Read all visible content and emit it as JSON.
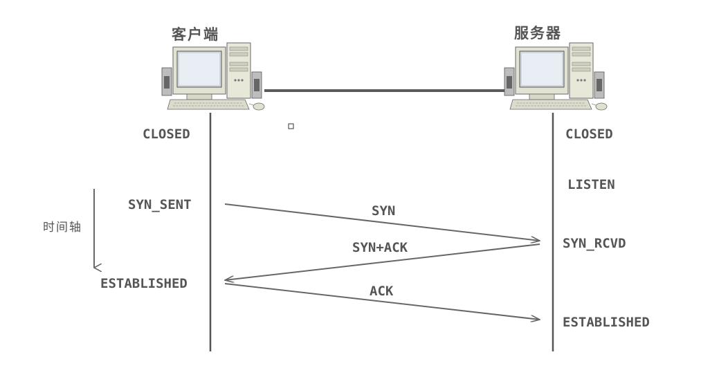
{
  "hosts": {
    "client": {
      "label": "客户端",
      "icon": "desktop-computer-icon"
    },
    "server": {
      "label": "服务器",
      "icon": "desktop-computer-icon"
    }
  },
  "client_states": {
    "closed": "CLOSED",
    "syn_sent": "SYN_SENT",
    "established": "ESTABLISHED"
  },
  "server_states": {
    "closed": "CLOSED",
    "listen": "LISTEN",
    "syn_rcvd": "SYN_RCVD",
    "established": "ESTABLISHED"
  },
  "messages": {
    "syn": "SYN",
    "syn_ack": "SYN+ACK",
    "ack": "ACK"
  },
  "time_axis": {
    "label": "时间轴"
  },
  "colors": {
    "text": "#555555",
    "line": "#555555",
    "background": "#ffffff"
  }
}
